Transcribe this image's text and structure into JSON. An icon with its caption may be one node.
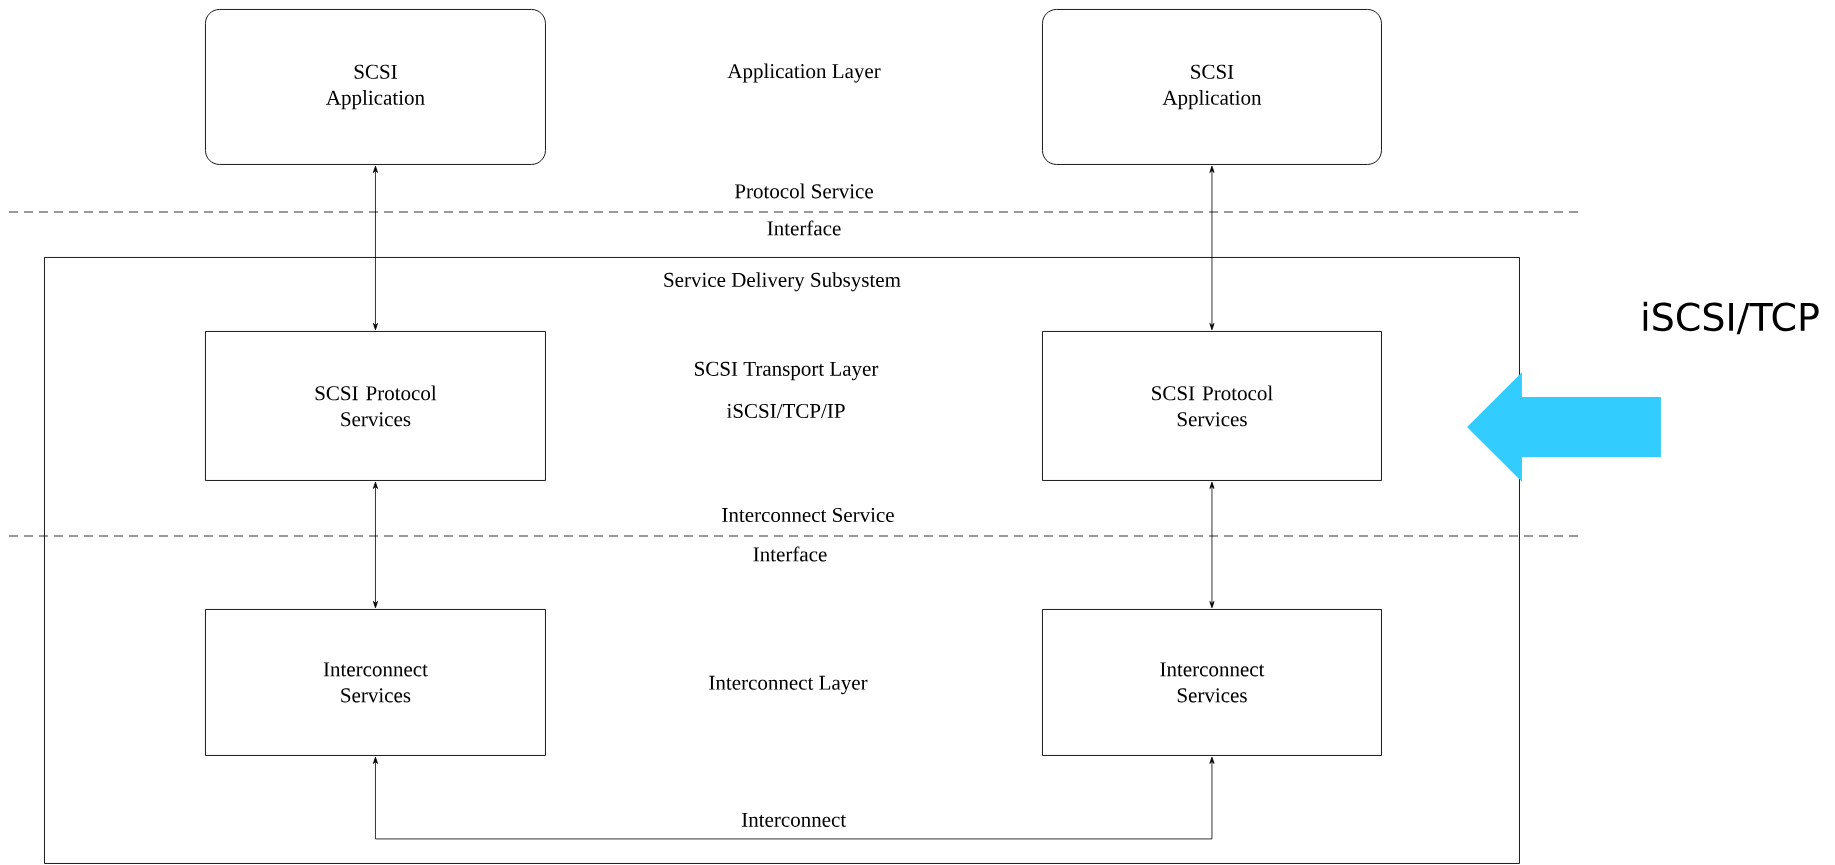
{
  "diagram": {
    "nodes": [
      {
        "text": [
          "SCSI Application"
        ]
      },
      {
        "text": [
          "SCSI Application"
        ]
      },
      {
        "text": [
          "Service Delivery Subsystem"
        ]
      },
      {
        "text": [
          "SCSI Protocol Services"
        ],
        "in": 2
      },
      {
        "text": [
          "SCSI Protocol Services"
        ],
        "in": 2
      },
      {
        "text": [
          "Interconnect Services"
        ],
        "in": 2
      },
      {
        "text": [
          "Interconnect Services"
        ],
        "in": 2
      }
    ],
    "edges": [
      {
        "from": 0,
        "to": 3,
        "arrow": "both"
      },
      {
        "from": 1,
        "to": 4,
        "arrow": "both"
      },
      {
        "from": 3,
        "to": 5,
        "arrow": "both"
      },
      {
        "from": 4,
        "to": 6,
        "arrow": "both"
      },
      {
        "from": 5,
        "to": 6,
        "arrow": "both",
        "label": "Interconnect"
      },
      {
        "from": null,
        "to": 2,
        "arrow": "to",
        "style": "thick",
        "color": "#33ccff"
      }
    ],
    "labels": [
      "Application Layer",
      "Protocol Service",
      "Interface",
      "SCSI Transport Layer",
      "iSCSI/TCP/IP",
      "Interconnect Service",
      "Interface",
      "Interconnect Layer",
      "iSCSI/TCP"
    ]
  }
}
